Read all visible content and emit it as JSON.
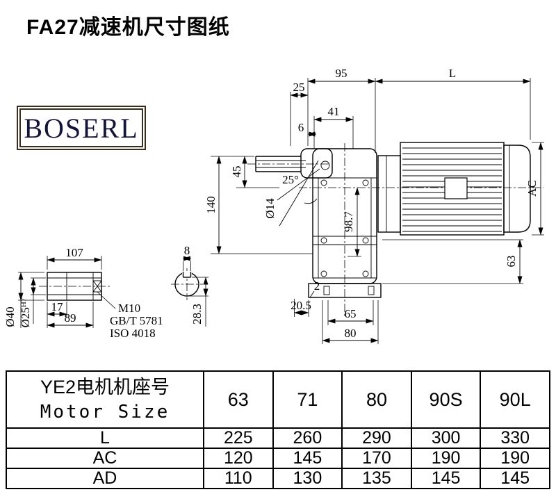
{
  "colors": {
    "background": "#ffffff",
    "line": "#000000",
    "logo_border": "#3a2d20",
    "logo_text": "#141438"
  },
  "page": {
    "title": "FA27减速机尺寸图纸"
  },
  "logo": {
    "text": "BOSERL"
  },
  "drawing": {
    "main_dims": {
      "w95": "95",
      "wL": "L",
      "w25": "25",
      "w41": "41",
      "w6": "6",
      "h45": "45",
      "h140": "140",
      "ang25": "25°",
      "dia14": "Ø14",
      "h98_7": "98.7",
      "hAC": "AC",
      "h63": "63",
      "b2": "2",
      "b20_5": "20.5",
      "b65": "65",
      "b80": "80"
    },
    "shaft_dims": {
      "w107": "107",
      "w8": "8",
      "w17": "17",
      "w89": "89",
      "dia40": "Ø40",
      "dia25": "Ø25",
      "tol": "H7",
      "h28_3": "28.3",
      "note_m10": "M10",
      "note_gbt": "GB/T 5781",
      "note_iso": "ISO 4018"
    }
  },
  "table": {
    "header": {
      "cn": "YE2电机机座号",
      "en": "Motor Size"
    },
    "columns": [
      "63",
      "71",
      "80",
      "90S",
      "90L"
    ],
    "rows": [
      {
        "label": "L",
        "values": [
          "225",
          "260",
          "290",
          "300",
          "330"
        ]
      },
      {
        "label": "AC",
        "values": [
          "120",
          "145",
          "170",
          "190",
          "190"
        ]
      },
      {
        "label": "AD",
        "values": [
          "110",
          "130",
          "135",
          "145",
          "145"
        ]
      }
    ]
  }
}
